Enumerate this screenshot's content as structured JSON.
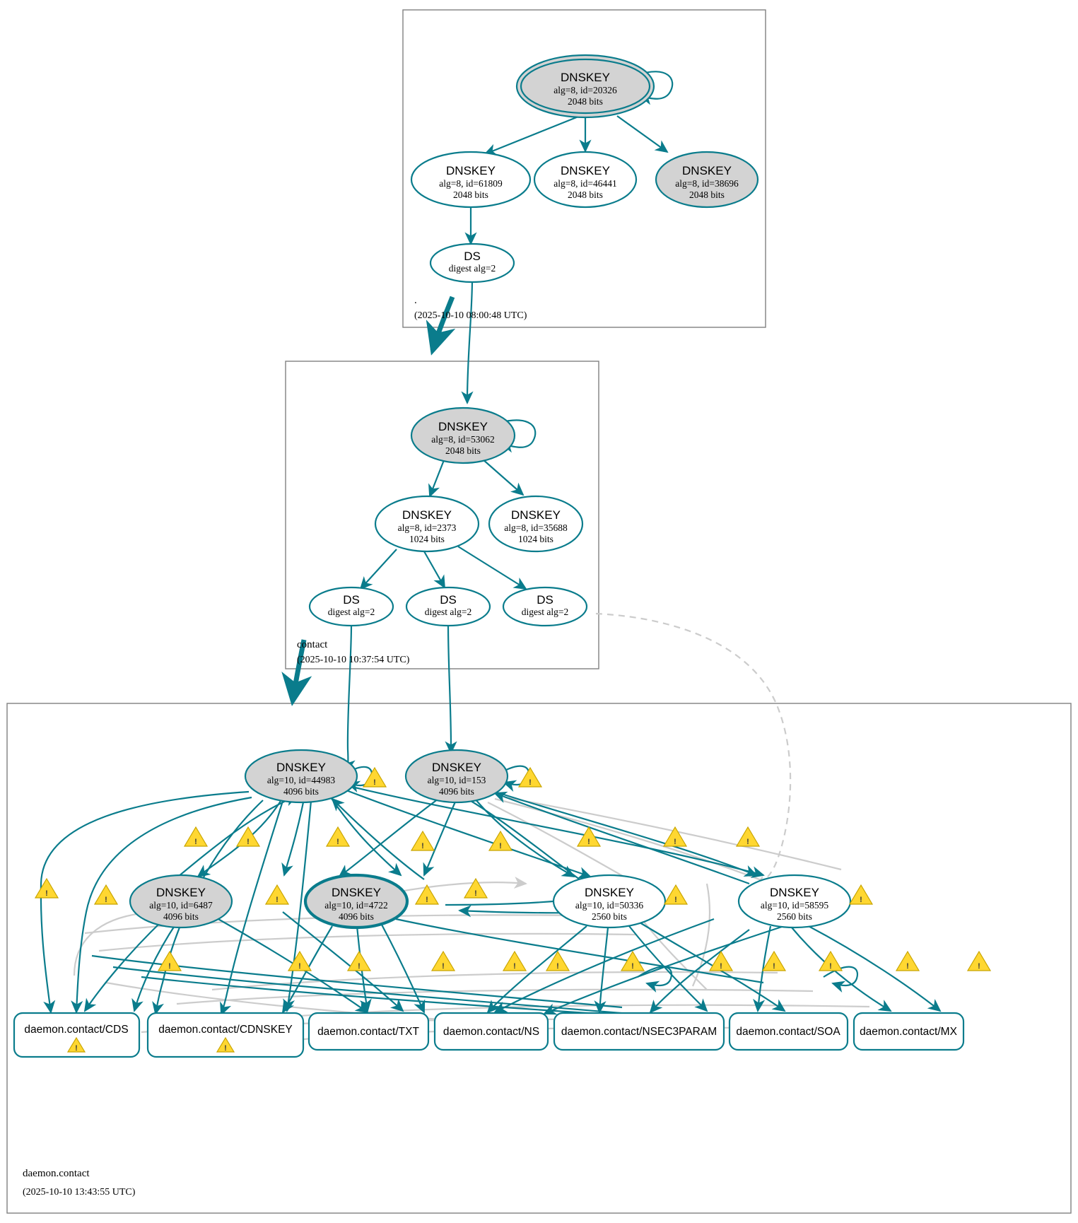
{
  "diagram": {
    "type": "dnssec-authentication-chain",
    "title": "DNSSEC authentication graph for daemon.contact"
  },
  "colors": {
    "accent": "#0a7c8c",
    "node_fill_secure": "#d3d3d3",
    "node_fill_open": "#ffffff",
    "zone_border": "#808080",
    "warning": "#ffd731",
    "insecure_edge": "#cccccc"
  },
  "zones": [
    {
      "id": "root",
      "label": ".",
      "timestamp": "(2025-10-10 08:00:48 UTC)",
      "nodes": [
        {
          "id": "r20326",
          "kind": "DNSKEY",
          "line1": "DNSKEY",
          "line2": "alg=8, id=20326",
          "line3": "2048 bits",
          "style": "ksk-trusted-filled"
        },
        {
          "id": "r61809",
          "kind": "DNSKEY",
          "line1": "DNSKEY",
          "line2": "alg=8, id=61809",
          "line3": "2048 bits",
          "style": "open"
        },
        {
          "id": "r46441",
          "kind": "DNSKEY",
          "line1": "DNSKEY",
          "line2": "alg=8, id=46441",
          "line3": "2048 bits",
          "style": "open"
        },
        {
          "id": "r38696",
          "kind": "DNSKEY",
          "line1": "DNSKEY",
          "line2": "alg=8, id=38696",
          "line3": "2048 bits",
          "style": "filled"
        },
        {
          "id": "rds",
          "kind": "DS",
          "line1": "DS",
          "line2": "digest alg=2",
          "line3": "",
          "style": "open"
        }
      ]
    },
    {
      "id": "contact",
      "label": "contact",
      "timestamp": "(2025-10-10 10:37:54 UTC)",
      "nodes": [
        {
          "id": "c53062",
          "kind": "DNSKEY",
          "line1": "DNSKEY",
          "line2": "alg=8, id=53062",
          "line3": "2048 bits",
          "style": "filled"
        },
        {
          "id": "c2373",
          "kind": "DNSKEY",
          "line1": "DNSKEY",
          "line2": "alg=8, id=2373",
          "line3": "1024 bits",
          "style": "open"
        },
        {
          "id": "c35688",
          "kind": "DNSKEY",
          "line1": "DNSKEY",
          "line2": "alg=8, id=35688",
          "line3": "1024 bits",
          "style": "open"
        },
        {
          "id": "cds1",
          "kind": "DS",
          "line1": "DS",
          "line2": "digest alg=2",
          "line3": "",
          "style": "open"
        },
        {
          "id": "cds2",
          "kind": "DS",
          "line1": "DS",
          "line2": "digest alg=2",
          "line3": "",
          "style": "open"
        },
        {
          "id": "cds3",
          "kind": "DS",
          "line1": "DS",
          "line2": "digest alg=2",
          "line3": "",
          "style": "open"
        }
      ]
    },
    {
      "id": "daemon",
      "label": "daemon.contact",
      "timestamp": "(2025-10-10 13:43:55 UTC)",
      "nodes": [
        {
          "id": "d44983",
          "kind": "DNSKEY",
          "line1": "DNSKEY",
          "line2": "alg=10, id=44983",
          "line3": "4096 bits",
          "style": "filled"
        },
        {
          "id": "d153",
          "kind": "DNSKEY",
          "line1": "DNSKEY",
          "line2": "alg=10, id=153",
          "line3": "4096 bits",
          "style": "filled"
        },
        {
          "id": "d6487",
          "kind": "DNSKEY",
          "line1": "DNSKEY",
          "line2": "alg=10, id=6487",
          "line3": "4096 bits",
          "style": "filled"
        },
        {
          "id": "d4722",
          "kind": "DNSKEY",
          "line1": "DNSKEY",
          "line2": "alg=10, id=4722",
          "line3": "4096 bits",
          "style": "filled-thick"
        },
        {
          "id": "d50336",
          "kind": "DNSKEY",
          "line1": "DNSKEY",
          "line2": "alg=10, id=50336",
          "line3": "2560 bits",
          "style": "open"
        },
        {
          "id": "d58595",
          "kind": "DNSKEY",
          "line1": "DNSKEY",
          "line2": "alg=10, id=58595",
          "line3": "2560 bits",
          "style": "open"
        }
      ],
      "rrsets": [
        {
          "id": "rr-cds",
          "label": "daemon.contact/CDS",
          "warning": true
        },
        {
          "id": "rr-cdnskey",
          "label": "daemon.contact/CDNSKEY",
          "warning": true
        },
        {
          "id": "rr-txt",
          "label": "daemon.contact/TXT",
          "warning": false
        },
        {
          "id": "rr-ns",
          "label": "daemon.contact/NS",
          "warning": false
        },
        {
          "id": "rr-nsec3param",
          "label": "daemon.contact/NSEC3PARAM",
          "warning": false
        },
        {
          "id": "rr-soa",
          "label": "daemon.contact/SOA",
          "warning": false
        },
        {
          "id": "rr-mx",
          "label": "daemon.contact/MX",
          "warning": false
        }
      ]
    }
  ],
  "legend": {
    "warning_icon": "warning-triangle-icon",
    "warning_count_visible": 31
  }
}
